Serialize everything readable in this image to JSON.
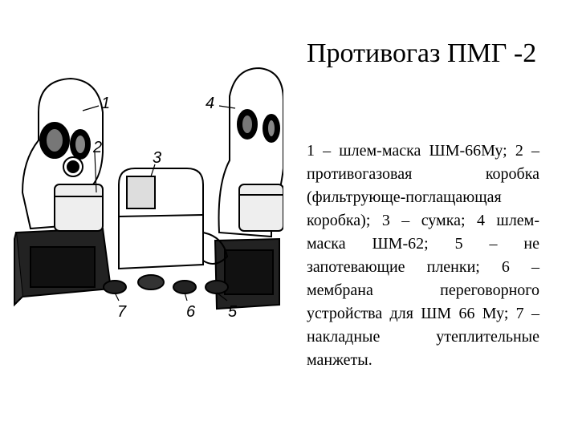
{
  "slide": {
    "title": "Противогаз ПМГ -2",
    "description": "1 – шлем-маска ШМ-66Му; 2 – противогазовая коробка (фильтрующе-поглащающая коробка); 3 – сумка; 4 шлем-маска ШМ-62; 5 – не запотевающие пленки; 6 – мембрана переговорного устройства для ШМ 66 Му; 7 – накладные утеплительные манжеты."
  },
  "figure": {
    "callouts": [
      "1",
      "2",
      "3",
      "4",
      "5",
      "6",
      "7"
    ]
  }
}
